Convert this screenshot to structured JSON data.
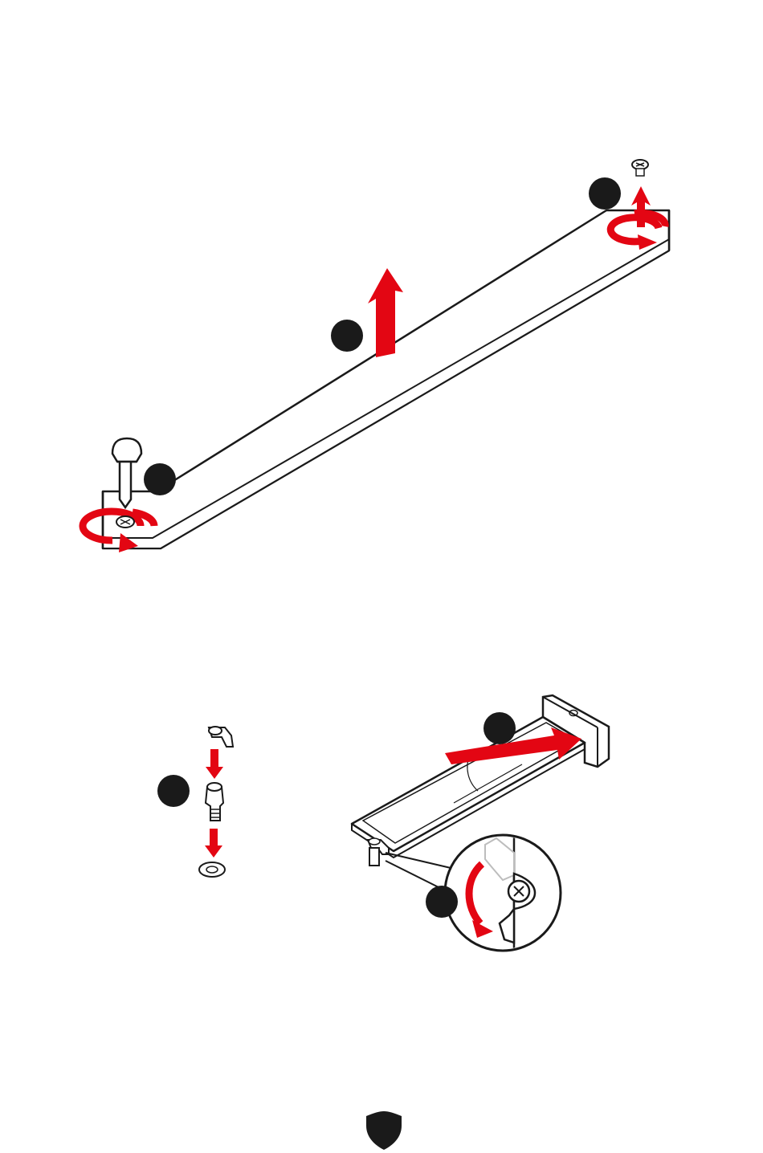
{
  "figure": {
    "description_label": "",
    "colors": {
      "line": "#1a1a1a",
      "marker": "#1a1a1a",
      "arrow": "#e30613",
      "fill": "#ffffff",
      "ghost": "#bdbdbd"
    },
    "step_markers": [
      {
        "id": "step-a",
        "label": ""
      },
      {
        "id": "step-b",
        "label": ""
      },
      {
        "id": "step-c",
        "label": ""
      },
      {
        "id": "step-d",
        "label": ""
      },
      {
        "id": "step-e",
        "label": ""
      },
      {
        "id": "step-f",
        "label": ""
      }
    ],
    "icons": [
      "screwdriver-icon",
      "screw-icon",
      "rotate-arrow-icon",
      "up-arrow-icon",
      "down-arrow-icon",
      "standoff-icon",
      "washer-icon",
      "m2-ssd-icon",
      "latch-icon",
      "zoom-callout-icon",
      "shield-logo-icon"
    ]
  },
  "footer": {
    "logo": "shield-logo-icon"
  }
}
